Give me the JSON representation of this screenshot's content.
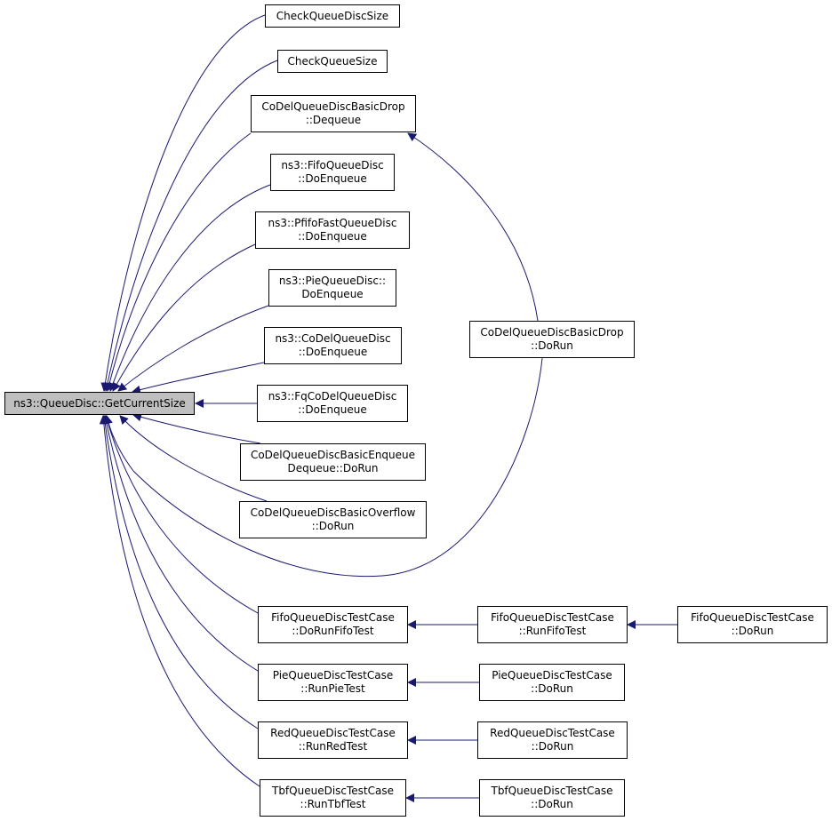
{
  "colors": {
    "edge": "#191970",
    "root_fill": "#bfbfbf",
    "node_fill": "#ffffff",
    "border": "#000000"
  },
  "nodes": {
    "root": {
      "lines": [
        "ns3::QueueDisc::GetCurrentSize"
      ]
    },
    "check_queue_disc_size": {
      "lines": [
        "CheckQueueDiscSize"
      ]
    },
    "check_queue_size": {
      "lines": [
        "CheckQueueSize"
      ]
    },
    "codel_basic_drop_dequeue": {
      "lines": [
        "CoDelQueueDiscBasicDrop",
        "::Dequeue"
      ]
    },
    "fifo_do_enqueue": {
      "lines": [
        "ns3::FifoQueueDisc",
        "::DoEnqueue"
      ]
    },
    "pfifo_fast_do_enqueue": {
      "lines": [
        "ns3::PfifoFastQueueDisc",
        "::DoEnqueue"
      ]
    },
    "pie_do_enqueue": {
      "lines": [
        "ns3::PieQueueDisc::",
        "DoEnqueue"
      ]
    },
    "codel_do_enqueue": {
      "lines": [
        "ns3::CoDelQueueDisc",
        "::DoEnqueue"
      ]
    },
    "fq_codel_do_enqueue": {
      "lines": [
        "ns3::FqCoDelQueueDisc",
        "::DoEnqueue"
      ]
    },
    "codel_basic_enqueue_dequeue_dorun": {
      "lines": [
        "CoDelQueueDiscBasicEnqueue",
        "Dequeue::DoRun"
      ]
    },
    "codel_basic_overflow_dorun": {
      "lines": [
        "CoDelQueueDiscBasicOverflow",
        "::DoRun"
      ]
    },
    "codel_basic_drop_dorun": {
      "lines": [
        "CoDelQueueDiscBasicDrop",
        "::DoRun"
      ]
    },
    "fifo_test_dorunfifotest": {
      "lines": [
        "FifoQueueDiscTestCase",
        "::DoRunFifoTest"
      ]
    },
    "fifo_test_runfifotest": {
      "lines": [
        "FifoQueueDiscTestCase",
        "::RunFifoTest"
      ]
    },
    "fifo_test_dorun": {
      "lines": [
        "FifoQueueDiscTestCase",
        "::DoRun"
      ]
    },
    "pie_test_runpietest": {
      "lines": [
        "PieQueueDiscTestCase",
        "::RunPieTest"
      ]
    },
    "pie_test_dorun": {
      "lines": [
        "PieQueueDiscTestCase",
        "::DoRun"
      ]
    },
    "red_test_runredtest": {
      "lines": [
        "RedQueueDiscTestCase",
        "::RunRedTest"
      ]
    },
    "red_test_dorun": {
      "lines": [
        "RedQueueDiscTestCase",
        "::DoRun"
      ]
    },
    "tbf_test_runtbftest": {
      "lines": [
        "TbfQueueDiscTestCase",
        "::RunTbfTest"
      ]
    },
    "tbf_test_dorun": {
      "lines": [
        "TbfQueueDiscTestCase",
        "::DoRun"
      ]
    }
  },
  "edges": [
    {
      "from": "check_queue_disc_size",
      "to": "root"
    },
    {
      "from": "check_queue_size",
      "to": "root"
    },
    {
      "from": "codel_basic_drop_dequeue",
      "to": "root"
    },
    {
      "from": "fifo_do_enqueue",
      "to": "root"
    },
    {
      "from": "pfifo_fast_do_enqueue",
      "to": "root"
    },
    {
      "from": "pie_do_enqueue",
      "to": "root"
    },
    {
      "from": "codel_do_enqueue",
      "to": "root"
    },
    {
      "from": "fq_codel_do_enqueue",
      "to": "root"
    },
    {
      "from": "codel_basic_enqueue_dequeue_dorun",
      "to": "root"
    },
    {
      "from": "codel_basic_overflow_dorun",
      "to": "root"
    },
    {
      "from": "codel_basic_drop_dorun",
      "to": "root"
    },
    {
      "from": "codel_basic_drop_dorun",
      "to": "codel_basic_drop_dequeue"
    },
    {
      "from": "fifo_test_dorunfifotest",
      "to": "root"
    },
    {
      "from": "fifo_test_runfifotest",
      "to": "fifo_test_dorunfifotest"
    },
    {
      "from": "fifo_test_dorun",
      "to": "fifo_test_runfifotest"
    },
    {
      "from": "pie_test_runpietest",
      "to": "root"
    },
    {
      "from": "pie_test_dorun",
      "to": "pie_test_runpietest"
    },
    {
      "from": "red_test_runredtest",
      "to": "root"
    },
    {
      "from": "red_test_dorun",
      "to": "red_test_runredtest"
    },
    {
      "from": "tbf_test_runtbftest",
      "to": "root"
    },
    {
      "from": "tbf_test_dorun",
      "to": "tbf_test_runtbftest"
    }
  ]
}
